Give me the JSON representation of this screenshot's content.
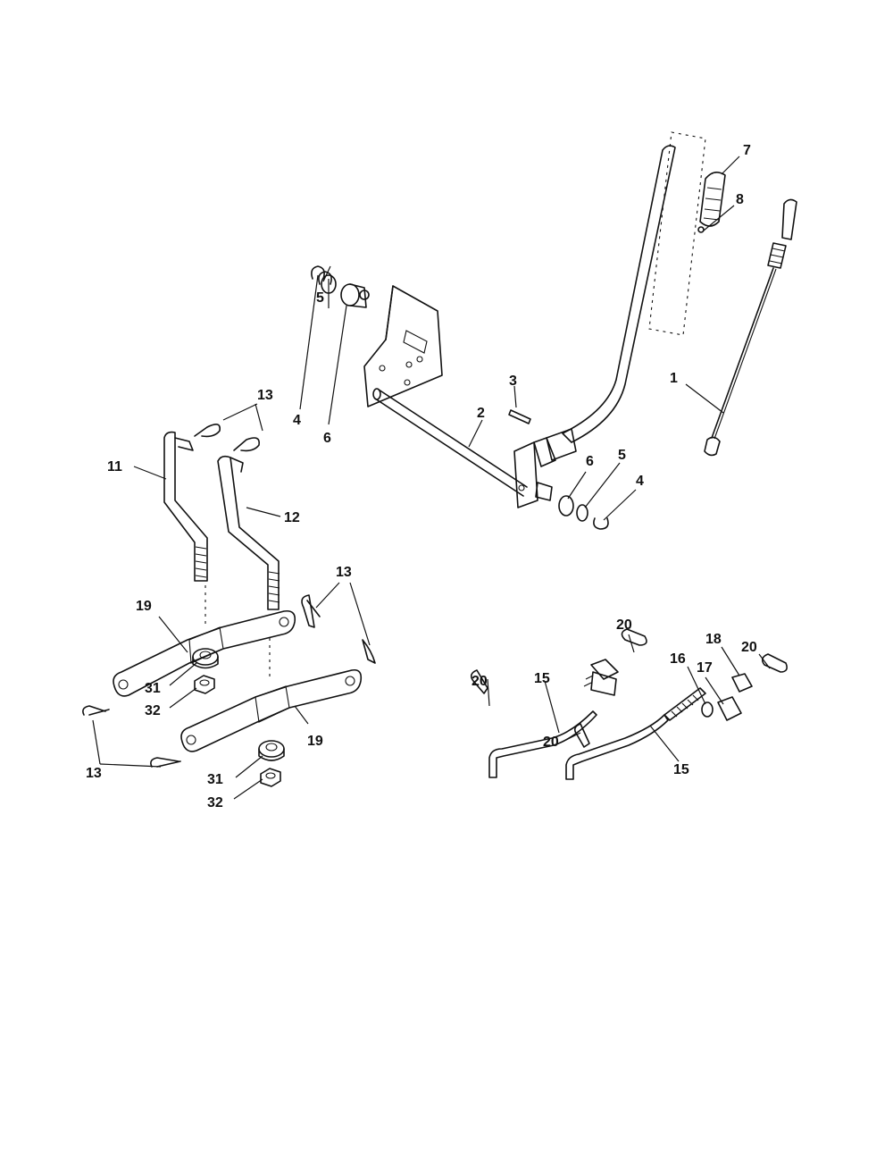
{
  "labels": {
    "l7": "7",
    "l8": "8",
    "l5a": "5",
    "l4a": "4",
    "l6a": "6",
    "l3": "3",
    "l2": "2",
    "l1": "1",
    "l13a": "13",
    "l11": "11",
    "l12": "12",
    "l6b": "6",
    "l5b": "5",
    "l4b": "4",
    "l13b": "13",
    "l19a": "19",
    "l31a": "31",
    "l32a": "32",
    "l19b": "19",
    "l13c": "13",
    "l31b": "31",
    "l32b": "32",
    "l20a": "20",
    "l20b": "20",
    "l15a": "15",
    "l16": "16",
    "l17": "17",
    "l18": "18",
    "l20c": "20",
    "l20d": "20",
    "l15b": "15"
  }
}
